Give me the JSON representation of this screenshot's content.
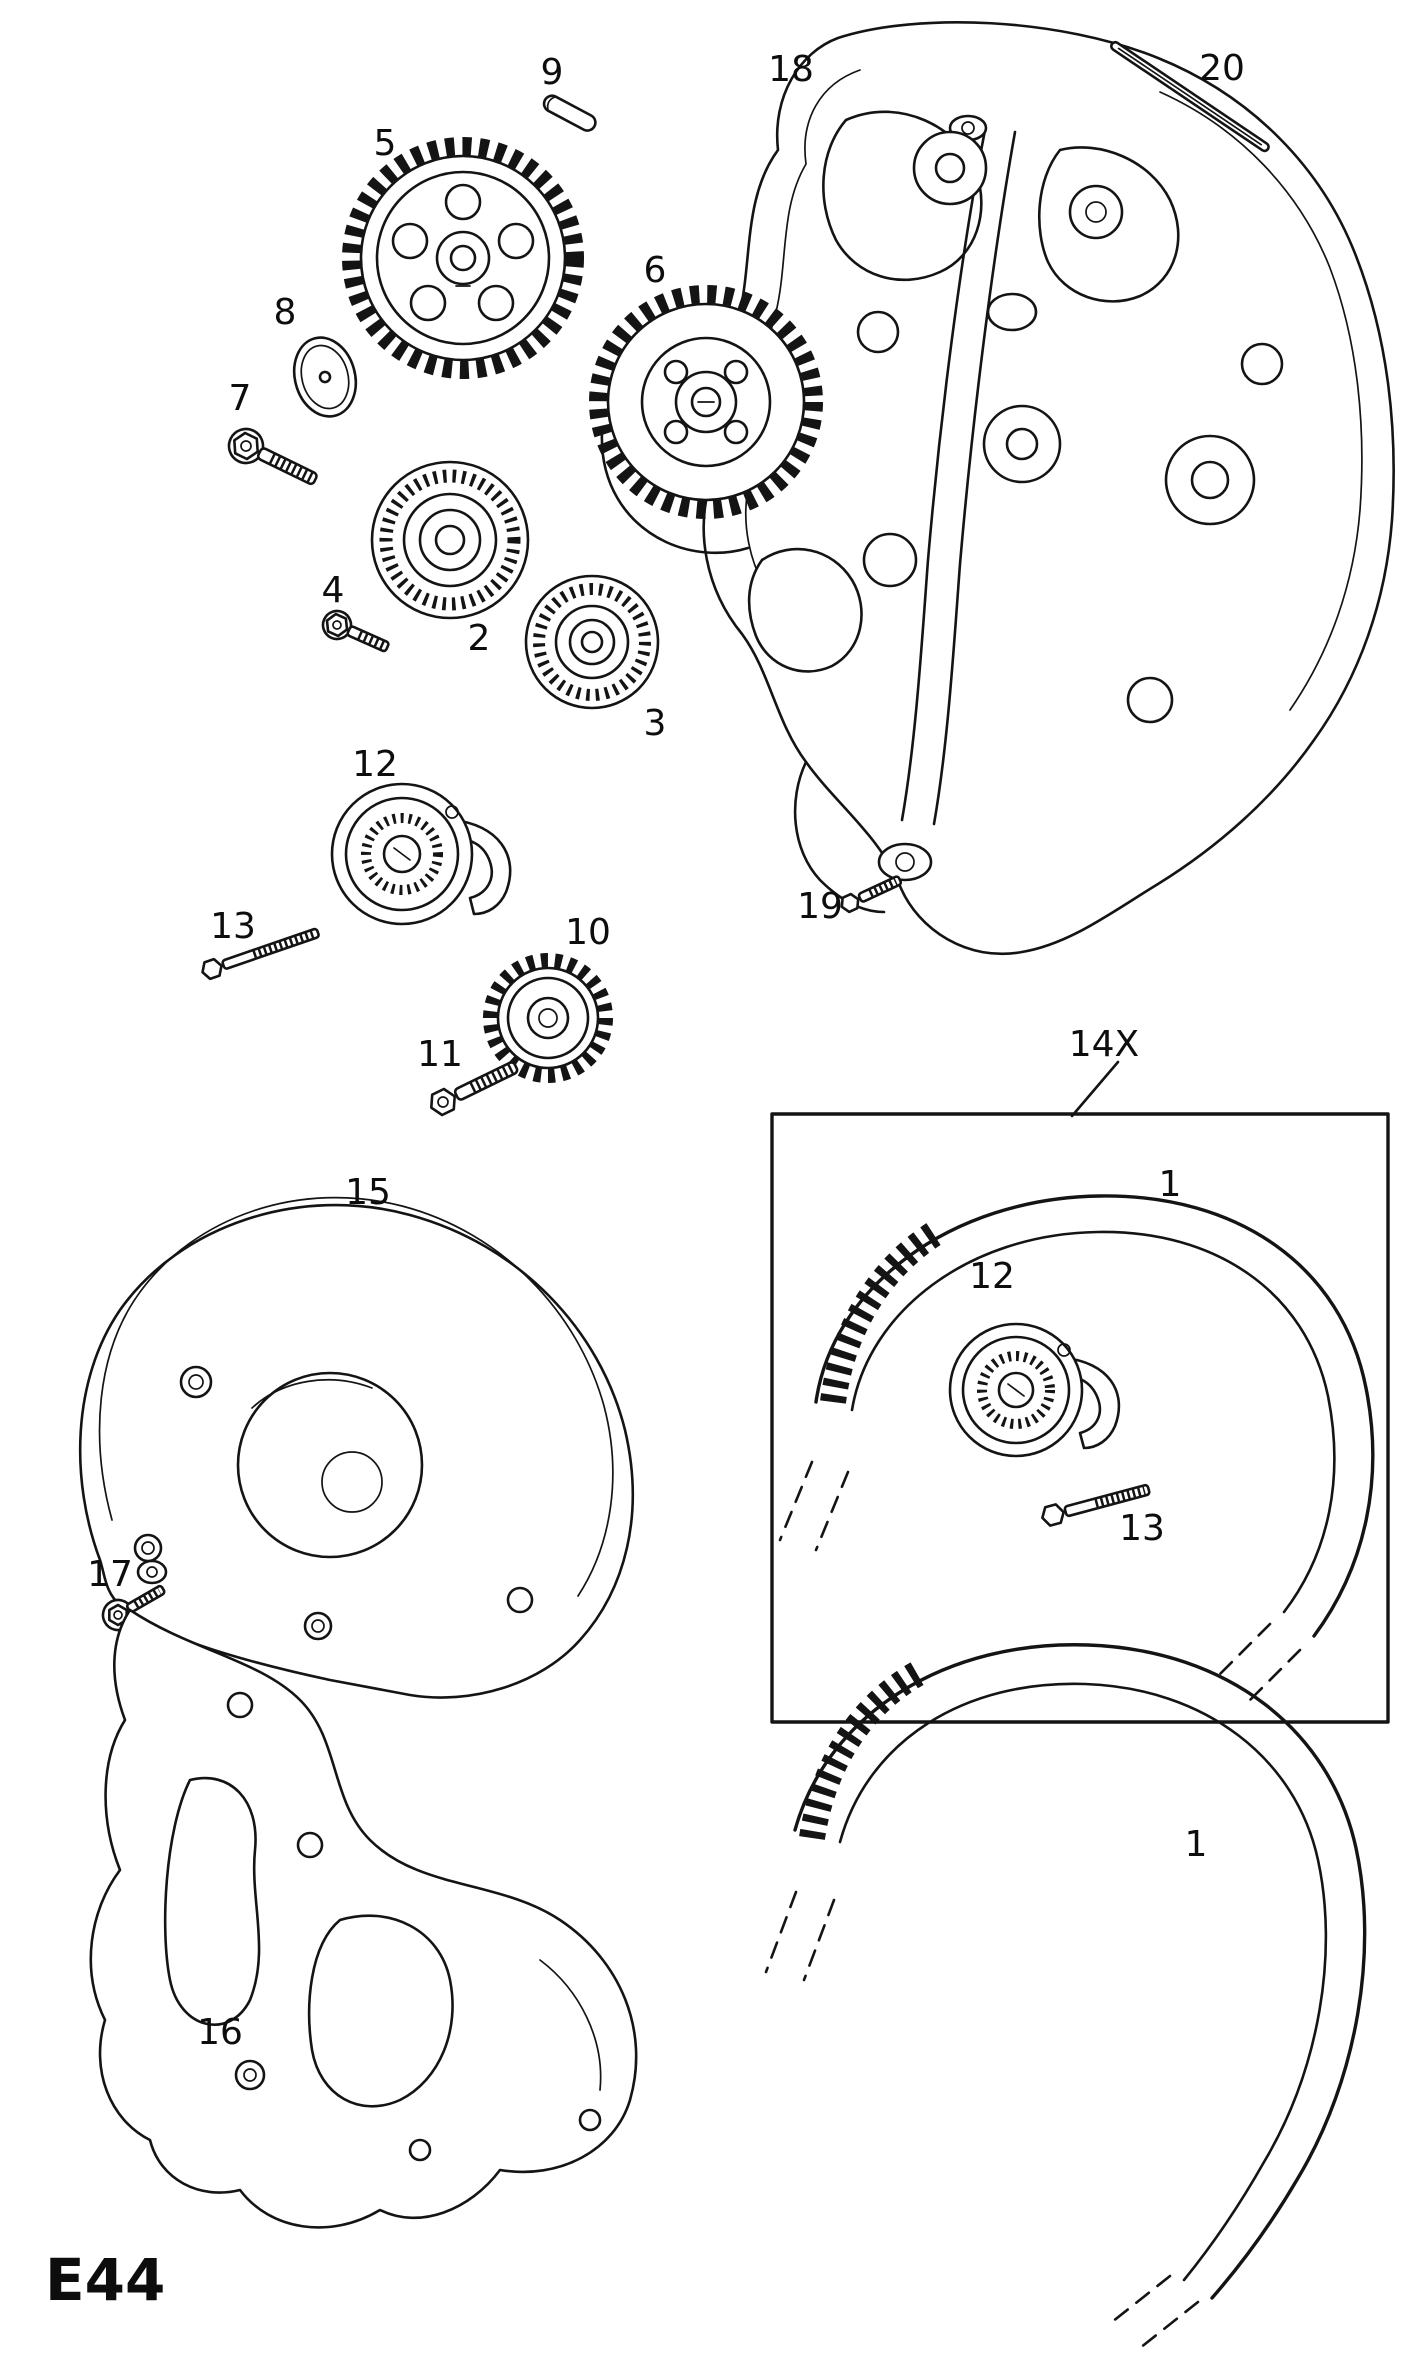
{
  "page": {
    "code": "E44"
  },
  "colors": {
    "line": "#141414",
    "background": "#ffffff"
  },
  "labels": {
    "p9": "9",
    "p5": "5",
    "p18": "18",
    "p20": "20",
    "p8": "8",
    "p7": "7",
    "p6": "6",
    "p4": "4",
    "p2": "2",
    "p3": "3",
    "p12": "12",
    "p13": "13",
    "p10": "10",
    "p11": "11",
    "p19": "19",
    "p14x": "14X",
    "box_p1": "1",
    "box_p12": "12",
    "box_p13": "13",
    "p15": "15",
    "p17": "17",
    "p16": "16",
    "lower_p1": "1"
  }
}
